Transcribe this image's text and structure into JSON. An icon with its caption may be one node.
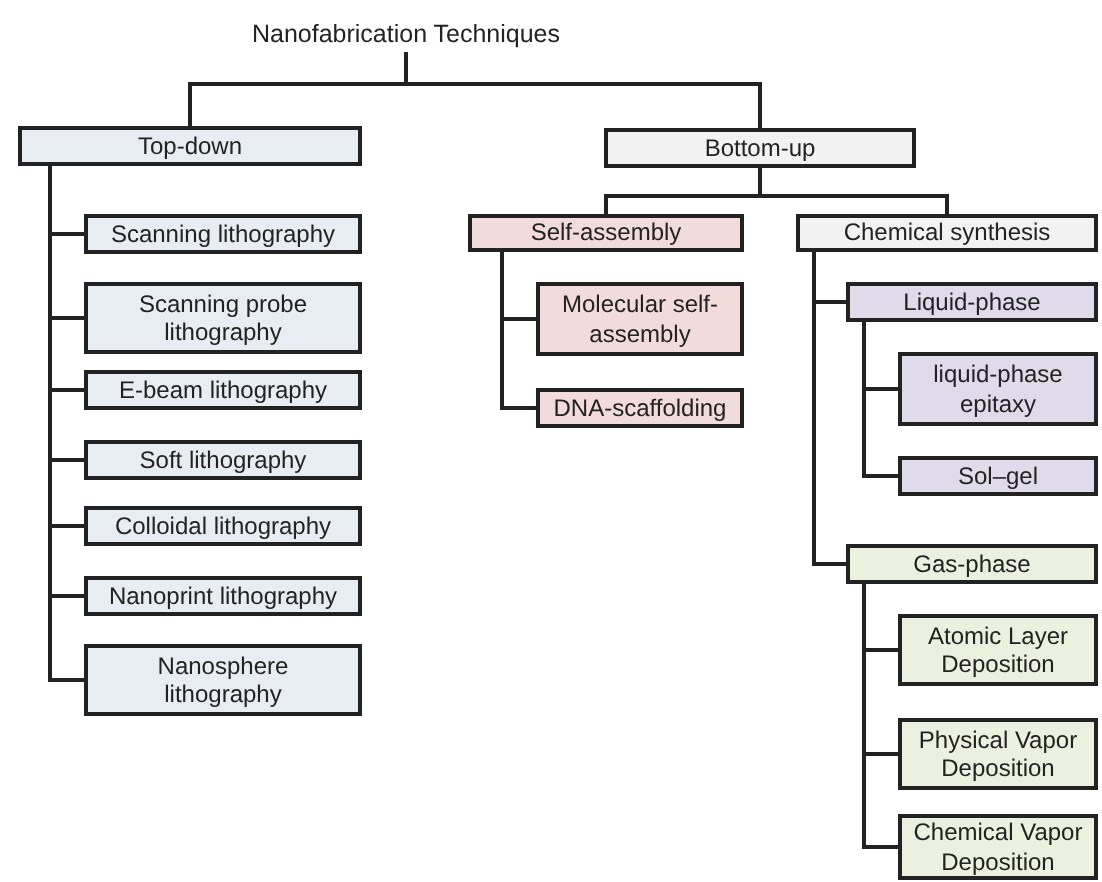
{
  "diagram": {
    "nodes": [
      {
        "text": [
          "Nanofabrication Techniques"
        ]
      },
      {
        "text": [
          "Top-down"
        ]
      },
      {
        "text": [
          "Scanning lithography"
        ]
      },
      {
        "text": [
          "Scanning probe lithography"
        ]
      },
      {
        "text": [
          "E-beam lithography"
        ]
      },
      {
        "text": [
          "Soft lithography"
        ]
      },
      {
        "text": [
          "Colloidal lithography"
        ]
      },
      {
        "text": [
          "Nanoprint lithography"
        ]
      },
      {
        "text": [
          "Nanosphere lithography"
        ]
      },
      {
        "text": [
          "Bottom-up"
        ]
      },
      {
        "text": [
          "Self-assembly"
        ]
      },
      {
        "text": [
          "Molecular self-assembly"
        ]
      },
      {
        "text": [
          "DNA-scaffolding"
        ]
      },
      {
        "text": [
          "Chemical synthesis"
        ]
      },
      {
        "text": [
          "Liquid-phase"
        ]
      },
      {
        "text": [
          "liquid-phase epitaxy"
        ]
      },
      {
        "text": [
          "Sol–gel"
        ]
      },
      {
        "text": [
          "Gas-phase"
        ]
      },
      {
        "text": [
          "Atomic Layer Deposition"
        ]
      },
      {
        "text": [
          "Physical Vapor Deposition"
        ]
      },
      {
        "text": [
          "Chemical Vapor Deposition"
        ]
      }
    ],
    "edges": [
      {
        "from": 0,
        "to": 1,
        "arrow": "none"
      },
      {
        "from": 0,
        "to": 9,
        "arrow": "none"
      },
      {
        "from": 1,
        "to": 2,
        "arrow": "none"
      },
      {
        "from": 1,
        "to": 3,
        "arrow": "none"
      },
      {
        "from": 1,
        "to": 4,
        "arrow": "none"
      },
      {
        "from": 1,
        "to": 5,
        "arrow": "none"
      },
      {
        "from": 1,
        "to": 6,
        "arrow": "none"
      },
      {
        "from": 1,
        "to": 7,
        "arrow": "none"
      },
      {
        "from": 1,
        "to": 8,
        "arrow": "none"
      },
      {
        "from": 9,
        "to": 10,
        "arrow": "none"
      },
      {
        "from": 9,
        "to": 13,
        "arrow": "none"
      },
      {
        "from": 10,
        "to": 11,
        "arrow": "none"
      },
      {
        "from": 10,
        "to": 12,
        "arrow": "none"
      },
      {
        "from": 13,
        "to": 14,
        "arrow": "none"
      },
      {
        "from": 13,
        "to": 17,
        "arrow": "none"
      },
      {
        "from": 14,
        "to": 15,
        "arrow": "none"
      },
      {
        "from": 14,
        "to": 16,
        "arrow": "none"
      },
      {
        "from": 17,
        "to": 18,
        "arrow": "none"
      },
      {
        "from": 17,
        "to": 19,
        "arrow": "none"
      },
      {
        "from": 17,
        "to": 20,
        "arrow": "none"
      }
    ]
  }
}
